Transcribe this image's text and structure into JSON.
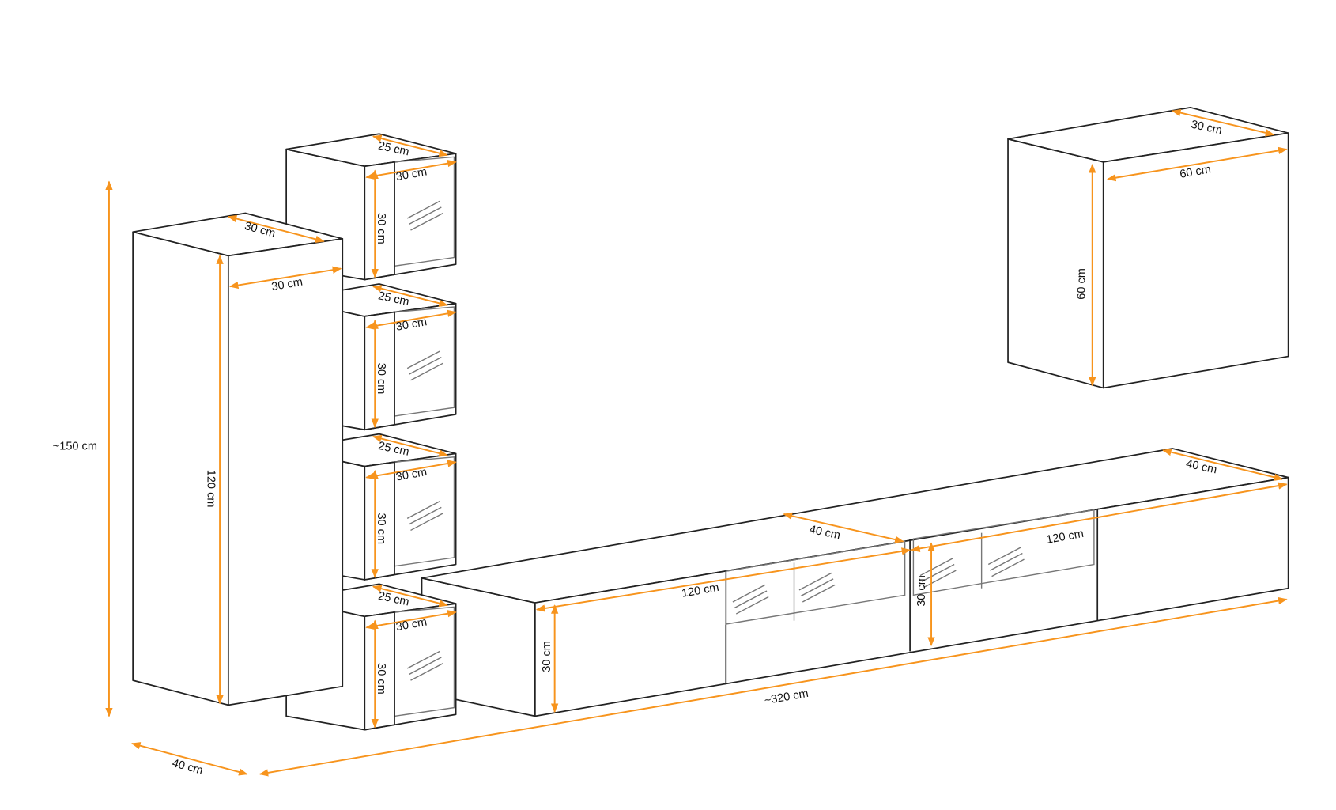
{
  "colors": {
    "dimension_arrow": "#f7941d",
    "outline": "#222222"
  },
  "labels": {
    "total_height": "~150 cm",
    "total_depth": "40 cm",
    "total_width": "~320 cm",
    "tall_cabinet": {
      "depth": "30 cm",
      "width": "30 cm",
      "height": "120 cm"
    },
    "cubes": [
      {
        "depth": "25 cm",
        "width": "30 cm",
        "height": "30 cm"
      },
      {
        "depth": "25 cm",
        "width": "30 cm",
        "height": "30 cm"
      },
      {
        "depth": "25 cm",
        "width": "30 cm",
        "height": "30 cm"
      },
      {
        "depth": "25 cm",
        "width": "30 cm",
        "height": "30 cm"
      }
    ],
    "tv_bench_left": {
      "depth": "40 cm",
      "width": "120 cm",
      "height": "30 cm"
    },
    "tv_bench_right": {
      "depth": "40 cm",
      "width": "120 cm",
      "height": "30 cm"
    },
    "wall_cabinet": {
      "depth": "30 cm",
      "width": "60 cm",
      "height": "60 cm"
    }
  }
}
